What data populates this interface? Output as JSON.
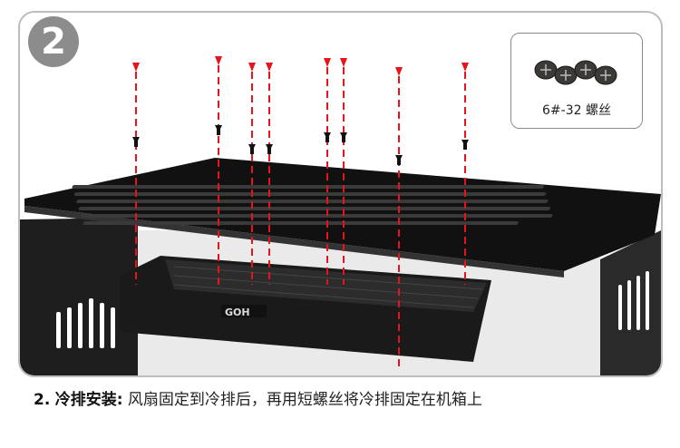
{
  "step": {
    "number": "2"
  },
  "screw_inset": {
    "label": "6#-32 螺丝"
  },
  "product_label": "GOH",
  "caption": {
    "number": "2.",
    "title": "冷排安装:",
    "text": "风扇固定到冷排后，再用短螺丝将冷排固定在机箱上"
  },
  "colors": {
    "arrow": "#e8141c",
    "case": "#1a1a1a",
    "badge": "#8c8c8c",
    "frame": "#bdbdbd"
  }
}
